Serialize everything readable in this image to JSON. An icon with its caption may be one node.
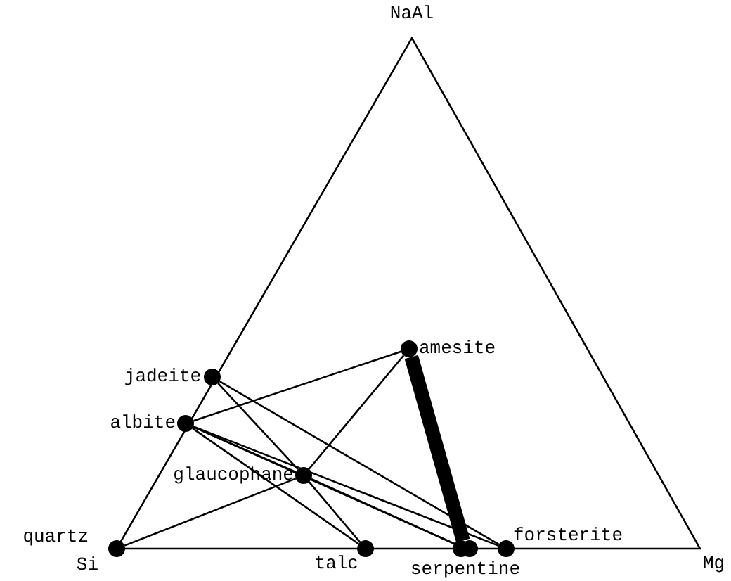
{
  "diagram": {
    "nodes": [
      {
        "text": [
          "jadeite"
        ]
      },
      {
        "text": [
          "albite"
        ]
      },
      {
        "text": [
          "glaucophane"
        ]
      },
      {
        "text": [
          "amesite"
        ]
      },
      {
        "text": [
          "quartz"
        ]
      },
      {
        "text": [
          "talc"
        ]
      },
      {
        "text": [
          "serpentine"
        ]
      },
      {
        "text": [
          "forsterite"
        ]
      }
    ],
    "edges": [
      {
        "from": 0,
        "to": 2,
        "arrow": "none"
      },
      {
        "from": 0,
        "to": 7,
        "arrow": "none"
      },
      {
        "from": 1,
        "to": 3,
        "arrow": "none"
      },
      {
        "from": 1,
        "to": 2,
        "arrow": "none"
      },
      {
        "from": 1,
        "to": 5,
        "arrow": "none"
      },
      {
        "from": 1,
        "to": 6,
        "arrow": "none"
      },
      {
        "from": 1,
        "to": 7,
        "arrow": "none"
      },
      {
        "from": 2,
        "to": 3,
        "arrow": "none"
      },
      {
        "from": 2,
        "to": 4,
        "arrow": "none"
      },
      {
        "from": 2,
        "to": 5,
        "arrow": "none"
      },
      {
        "from": 2,
        "to": 6,
        "arrow": "none"
      },
      {
        "from": 3,
        "to": 6,
        "arrow": "none",
        "style": "thick"
      }
    ],
    "labels": [
      "NaAl",
      "Si",
      "Mg"
    ]
  }
}
